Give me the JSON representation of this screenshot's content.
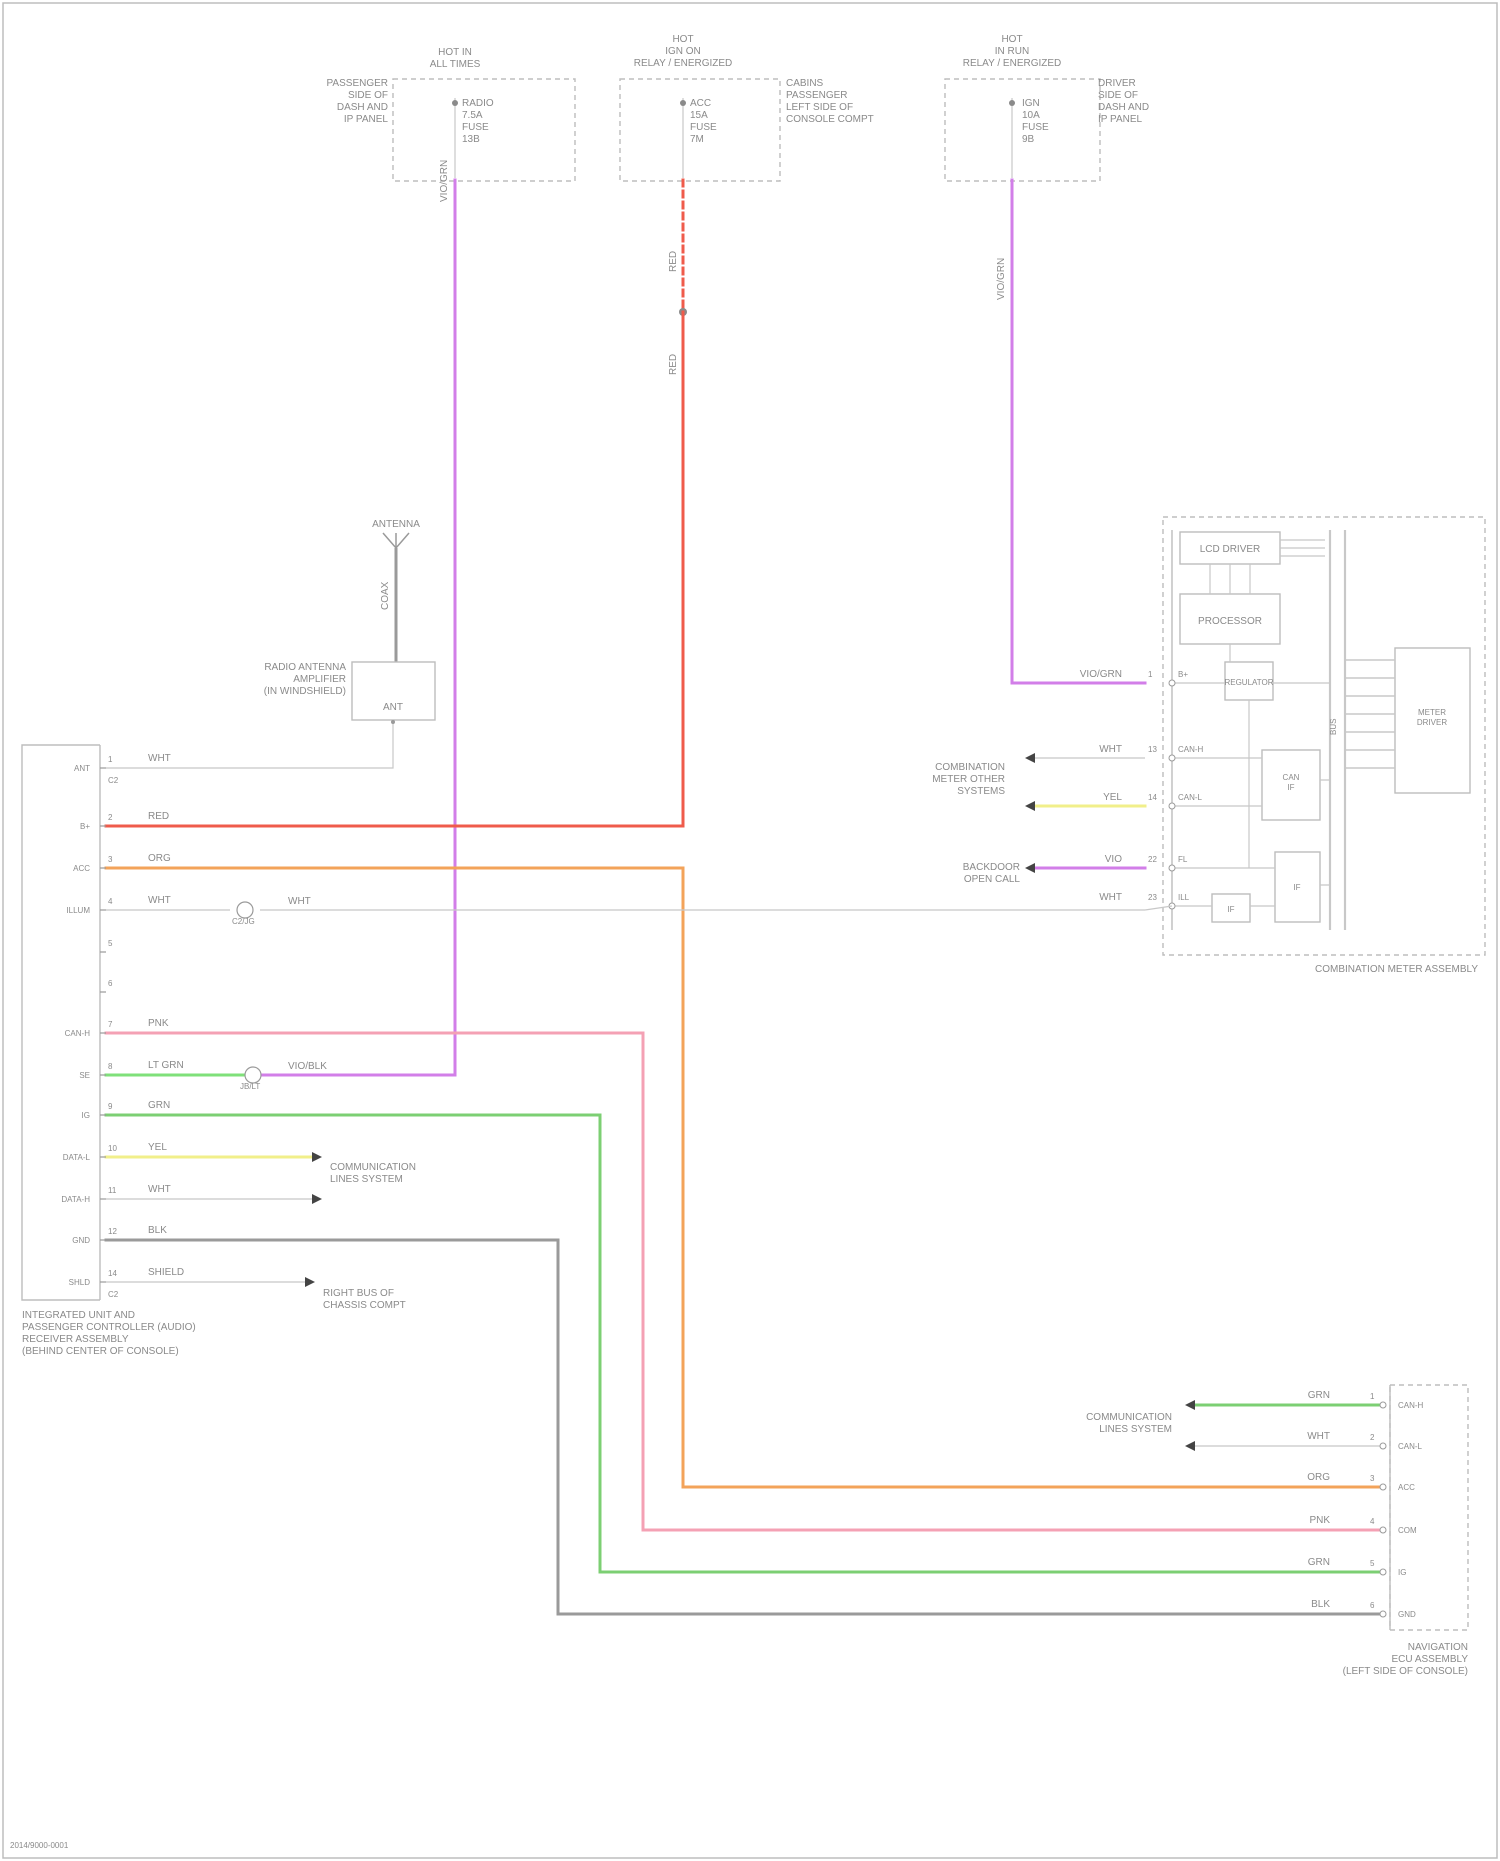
{
  "top_sources": [
    {
      "header": "HOT IN\nALL TIMES",
      "side_note": "PASSENGER\nSIDE OF\nDASH AND\nIP PANEL",
      "fuse_label": "RADIO\n7.5A\nFUSE\n13B",
      "wire_label": "VIO/GRN"
    },
    {
      "header": "HOT\nIGN ON\nRELAY / ENERGIZED",
      "side_note": "CABINS\nPASSENGER\nLEFT SIDE OF\nCONSOLE COMPT",
      "fuse_label": "ACC\n15A\nFUSE\n7M",
      "wire_label": "RED"
    },
    {
      "header": "HOT\nIN RUN\nRELAY / ENERGIZED",
      "side_note": "DRIVER\nSIDE OF\nDASH AND\nIP PANEL",
      "fuse_label": "IGN\n10A\nFUSE\n9B",
      "wire_label": "VIO/GRN"
    }
  ],
  "antenna": {
    "label": "ANTENNA",
    "cable_label": "COAX",
    "module_label": "RADIO ANTENNA\nAMPLIFIER\n(IN WINDSHIELD)",
    "module_pin": "ANT"
  },
  "head_unit": {
    "title_lines": [
      "INTEGRATED UNIT AND",
      "PASSENGER CONTROLLER (AUDIO)",
      "RECEIVER ASSEMBLY",
      "(BEHIND CENTER OF CONSOLE)"
    ],
    "pins": [
      {
        "pin_name": "ANT",
        "num": "1",
        "wire": "WHT"
      },
      {
        "pin_name": "B+",
        "num": "2",
        "wire": "RED"
      },
      {
        "pin_name": "ACC",
        "num": "3",
        "wire": "ORG"
      },
      {
        "pin_name": "ILLUM",
        "num": "4",
        "wire": "WHT",
        "splice": "C2/JG",
        "wire_after": "WHT"
      },
      {
        "pin_name": "",
        "num": "5",
        "wire": ""
      },
      {
        "pin_name": "",
        "num": "6",
        "wire": ""
      },
      {
        "pin_name": "CAN-H",
        "num": "7",
        "wire": "PNK"
      },
      {
        "pin_name": "SE",
        "num": "8",
        "wire": "LT GRN",
        "splice": "JB/LT",
        "wire_after": "VIO/BLK"
      },
      {
        "pin_name": "IG",
        "num": "9",
        "wire": "GRN"
      },
      {
        "pin_name": "DATA-L",
        "num": "10",
        "wire": "YEL"
      },
      {
        "pin_name": "DATA-H",
        "num": "11",
        "wire": "WHT"
      },
      {
        "pin_name": "GND",
        "num": "12",
        "wire": "BLK"
      },
      {
        "pin_name": "SHLD",
        "num": "14",
        "wire": "SHIELD"
      }
    ],
    "connector_label": "C2",
    "comm_label": "COMMUNICATION\nLINES SYSTEM",
    "shield_dest": "RIGHT BUS OF\nCHASSIS COMPT"
  },
  "right_module": {
    "title": "COMBINATION METER ASSEMBLY",
    "blocks": {
      "top": "LCD DRIVER",
      "second": "PROCESSOR",
      "reg": "REGULATOR",
      "can_block": "CAN\nIF",
      "if_block": "IF",
      "small_block": "IF",
      "bus_label": "BUS",
      "meter": "METER\nDRIVER"
    },
    "inputs": [
      {
        "wire": "VIO/GRN",
        "pin": "B+",
        "num": "1"
      },
      {
        "wire": "WHT",
        "pin": "CAN-H",
        "num": "13"
      },
      {
        "wire": "YEL",
        "pin": "CAN-L",
        "num": "14"
      },
      {
        "wire": "VIO",
        "pin": "FL",
        "num": "22"
      },
      {
        "wire": "WHT",
        "pin": "ILL",
        "num": "23"
      }
    ],
    "left_labels": [
      "COMBINATION\nMETER OTHER\nSYSTEMS",
      "BACKDOOR\nOPEN CALL"
    ]
  },
  "bottom_module": {
    "title": "NAVIGATION\nECU ASSEMBLY\n(LEFT SIDE OF CONSOLE)",
    "comm_label": "COMMUNICATION\nLINES SYSTEM",
    "pins": [
      {
        "wire": "GRN",
        "num": "1",
        "pin": "CAN-H"
      },
      {
        "wire": "WHT",
        "num": "2",
        "pin": "CAN-L"
      },
      {
        "wire": "ORG",
        "num": "3",
        "pin": "ACC"
      },
      {
        "wire": "PNK",
        "num": "4",
        "pin": "COM"
      },
      {
        "wire": "GRN",
        "num": "5",
        "pin": "IG"
      },
      {
        "wire": "BLK",
        "num": "6",
        "pin": "GND"
      }
    ]
  },
  "footer": {
    "code": "2014/9000-0001"
  },
  "colors": {
    "vio": "#d27ee8",
    "red": "#ef5b4b",
    "org": "#f3a35a",
    "pnk": "#f4a1b4",
    "grn": "#7ccf73",
    "ltgrn": "#7fe07a",
    "yel": "#f1ef8a",
    "gray": "#9a9a9a"
  }
}
